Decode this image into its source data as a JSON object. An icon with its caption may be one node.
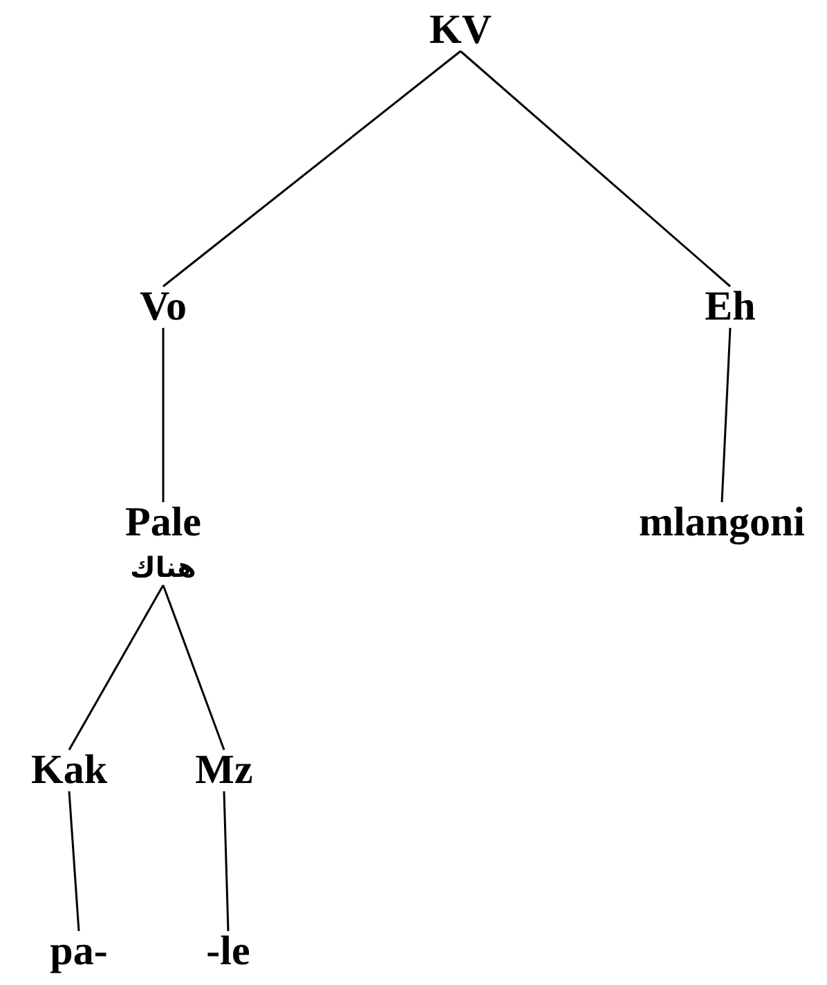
{
  "diagram": {
    "nodes": [
      {
        "text": [
          "KV"
        ]
      },
      {
        "text": [
          "Vo"
        ]
      },
      {
        "text": [
          "Eh"
        ]
      },
      {
        "text": [
          "Pale",
          "هناك"
        ]
      },
      {
        "text": [
          "mlangoni"
        ]
      },
      {
        "text": [
          "Kak"
        ]
      },
      {
        "text": [
          "Mz"
        ]
      },
      {
        "text": [
          "pa-"
        ]
      },
      {
        "text": [
          "-le"
        ]
      }
    ],
    "edges": [
      {
        "from": 0,
        "to": 1,
        "arrow": "none"
      },
      {
        "from": 0,
        "to": 2,
        "arrow": "none"
      },
      {
        "from": 1,
        "to": 3,
        "arrow": "none"
      },
      {
        "from": 2,
        "to": 4,
        "arrow": "none"
      },
      {
        "from": 3,
        "to": 5,
        "arrow": "none"
      },
      {
        "from": 3,
        "to": 6,
        "arrow": "none"
      },
      {
        "from": 5,
        "to": 7,
        "arrow": "none"
      },
      {
        "from": 6,
        "to": 8,
        "arrow": "none"
      }
    ]
  }
}
